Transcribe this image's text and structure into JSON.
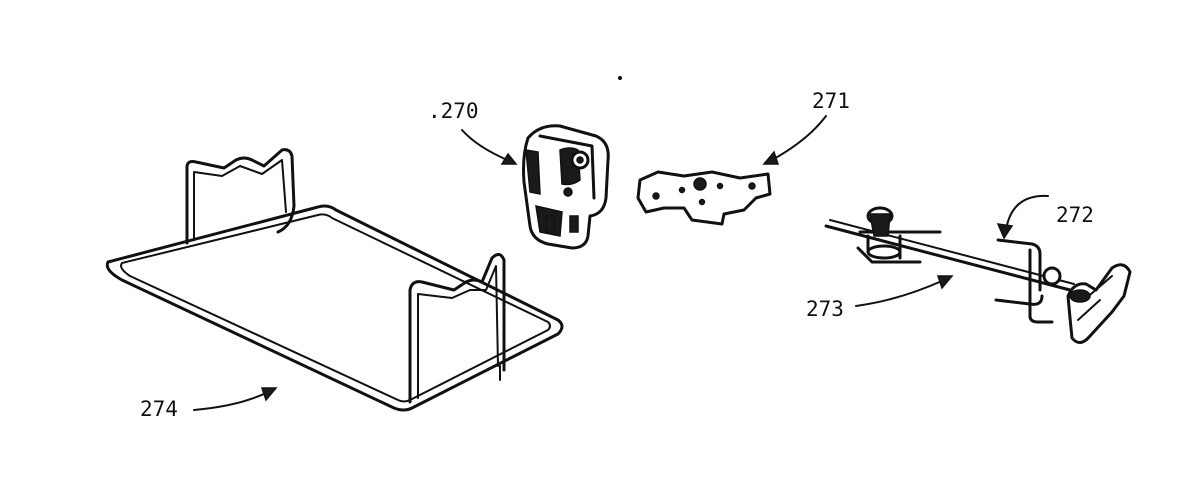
{
  "labels": {
    "motor": ".270",
    "bracket": "271",
    "fork": "272",
    "spit": "273",
    "rack": "274"
  },
  "colors": {
    "ink": "#111111",
    "background": "#ffffff"
  }
}
